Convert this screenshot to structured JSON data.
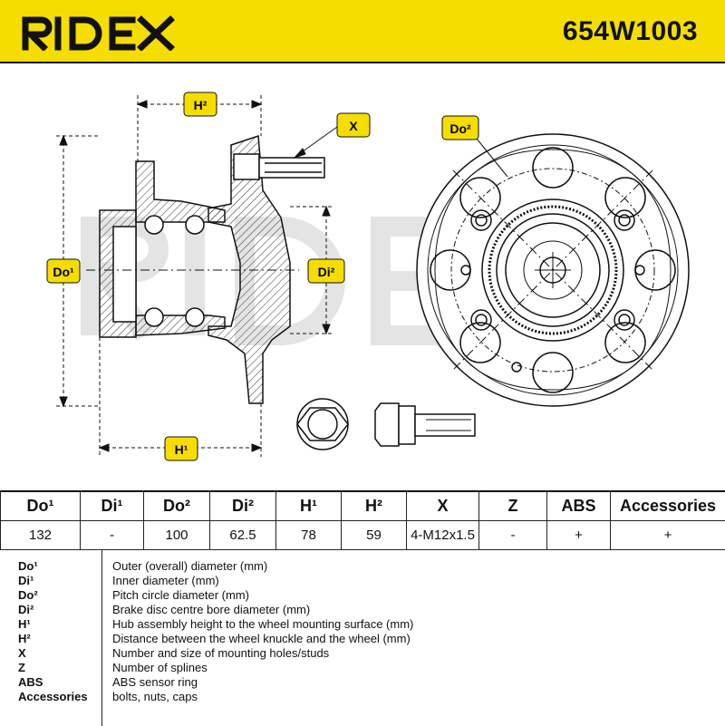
{
  "brand": {
    "name": "RIDEX"
  },
  "part_number": "654W1003",
  "drawing": {
    "labels": {
      "do1": "Do¹",
      "di2": "Di²",
      "do2": "Do²",
      "h1": "H¹",
      "h2": "H²",
      "x": "X"
    }
  },
  "colors": {
    "accent": "#f5dd00",
    "ink": "#111111"
  },
  "spec_table": {
    "headers": [
      "Do¹",
      "Di¹",
      "Do²",
      "Di²",
      "H¹",
      "H²",
      "X",
      "Z",
      "ABS",
      "Accessories"
    ],
    "values": [
      "132",
      "-",
      "100",
      "62.5",
      "78",
      "59",
      "4-M12x1.5",
      "-",
      "+",
      "+"
    ]
  },
  "legend": [
    {
      "key": "Do¹",
      "desc": "Outer (overall) diameter (mm)"
    },
    {
      "key": "Di¹",
      "desc": "Inner diameter (mm)"
    },
    {
      "key": "Do²",
      "desc": "Pitch circle diameter (mm)"
    },
    {
      "key": "Di²",
      "desc": "Brake disc centre bore diameter (mm)"
    },
    {
      "key": "H¹",
      "desc": "Hub assembly height to the wheel mounting surface (mm)"
    },
    {
      "key": "H²",
      "desc": "Distance between the wheel knuckle and the wheel (mm)"
    },
    {
      "key": "X",
      "desc": "Number and size of mounting holes/studs"
    },
    {
      "key": "Z",
      "desc": "Number of splines"
    },
    {
      "key": "ABS",
      "desc": "ABS sensor ring"
    },
    {
      "key": "Accessories",
      "desc": "bolts, nuts, caps"
    }
  ]
}
